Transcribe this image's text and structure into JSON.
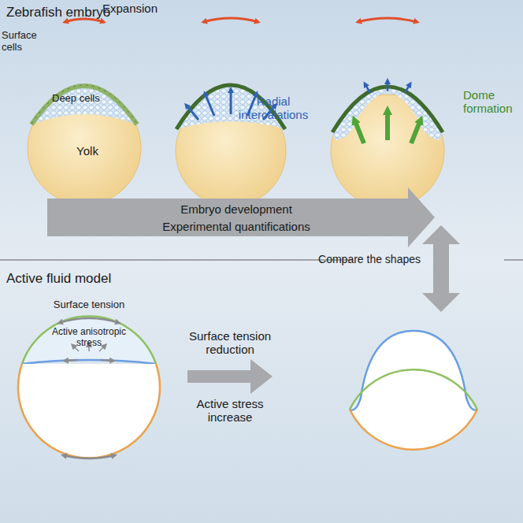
{
  "diagram": {
    "labels": [
      "Zebrafish embryo",
      "Expansion",
      "Surface cells",
      "Deep cells",
      "Yolk",
      "Radial intercalations",
      "Dome formation",
      "Embryo development",
      "Experimental quantifications",
      "Compare the shapes",
      "Active fluid model",
      "Surface tension",
      "Active anisotropic stress",
      "Surface tension reduction",
      "Active stress increase"
    ]
  }
}
